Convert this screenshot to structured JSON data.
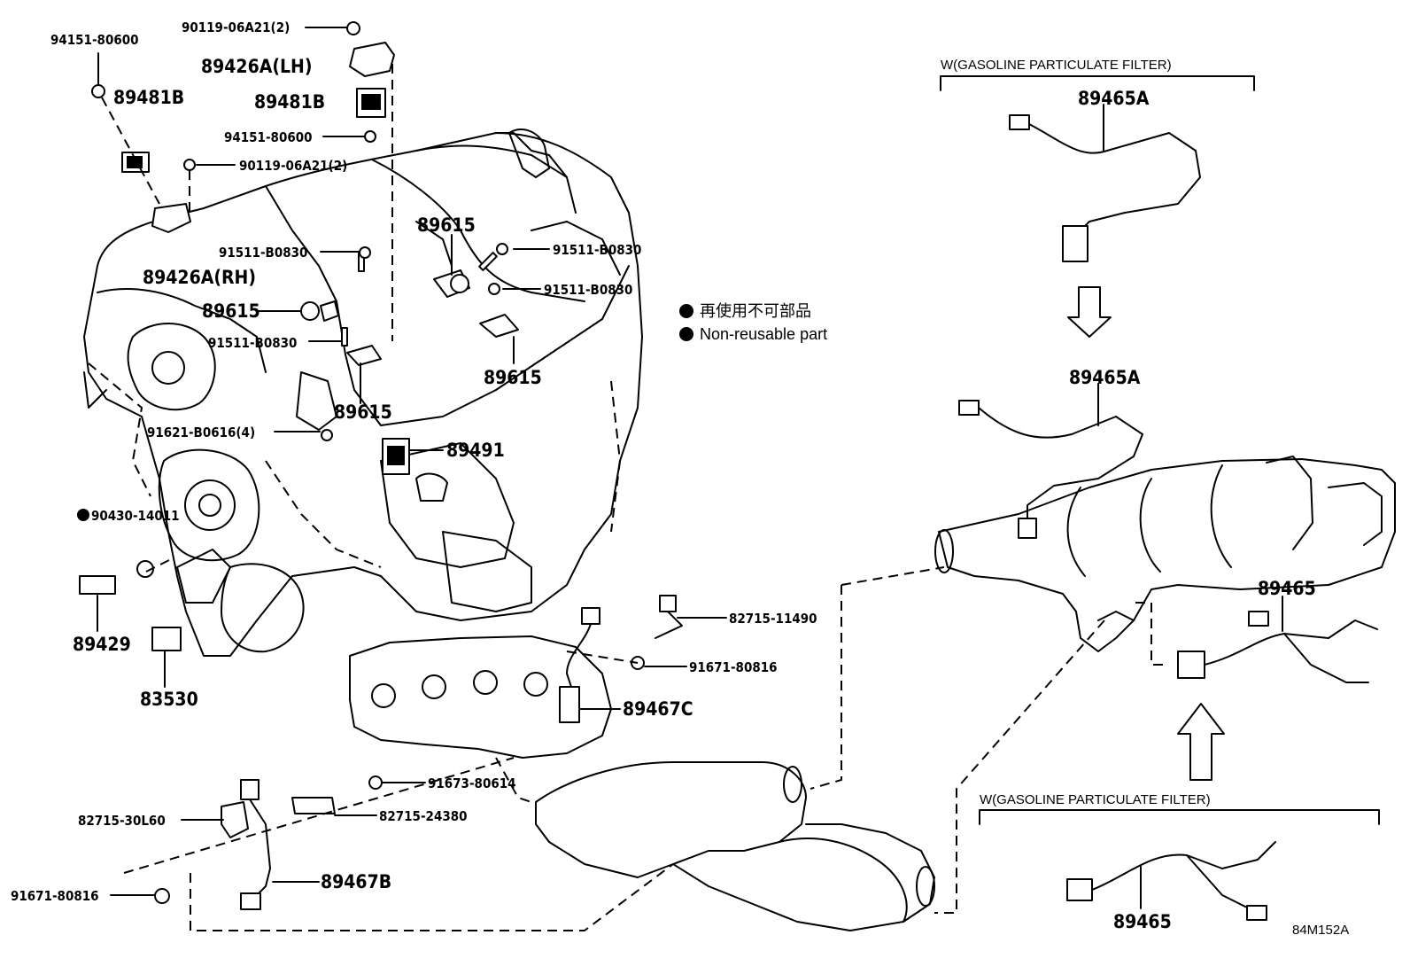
{
  "diagram_code": "84M152A",
  "legend": {
    "marker": "●",
    "jp": "再使用不可部品",
    "en": "Non-reusable part"
  },
  "groups": {
    "top_right": "W(GASOLINE PARTICULATE FILTER)",
    "bottom_right": "W(GASOLINE PARTICULATE FILTER)"
  },
  "labels": {
    "p94151_80600_a": "94151-80600",
    "p89481B_a": "89481B",
    "p90119_06A21_a": "90119-06A21(2)",
    "p89426A_LH": "89426A(LH)",
    "p89481B_b": "89481B",
    "p94151_80600_b": "94151-80600",
    "p90119_06A21_b": "90119-06A21(2)",
    "p91511_B0830_a": "91511-B0830",
    "p89426A_RH": "89426A(RH)",
    "p89615_a": "89615",
    "p91511_B0830_b": "91511-B0830",
    "p89615_b": "89615",
    "p89615_c": "89615",
    "p91511_B0830_c": "91511-B0830",
    "p91511_B0830_d": "91511-B0830",
    "p89615_d": "89615",
    "p91621_B0616": "91621-B0616(4)",
    "p89491": "89491",
    "p90430_14011": "90430-14011",
    "p89429": "89429",
    "p83530": "83530",
    "p82715_11490": "82715-11490",
    "p91671_80816_a": "91671-80816",
    "p89467C": "89467C",
    "p91673_80614": "91673-80614",
    "p82715_30L60": "82715-30L60",
    "p82715_24380": "82715-24380",
    "p91671_80816_b": "91671-80816",
    "p89467B": "89467B",
    "p89465A_top": "89465A",
    "p89465A_mid": "89465A",
    "p89465_right": "89465",
    "p89465_bottom": "89465"
  }
}
